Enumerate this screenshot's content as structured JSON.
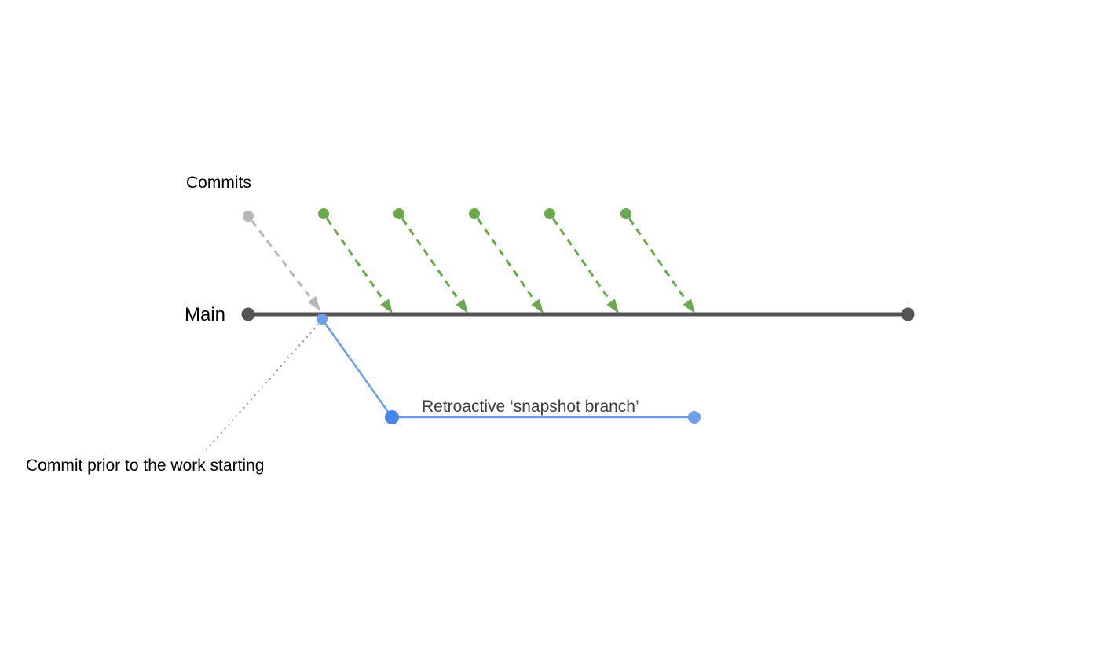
{
  "diagram": {
    "title": "Retroactive snapshot branch git diagram",
    "labels": {
      "commits": "Commits",
      "main": "Main",
      "snapshot_branch": "Retroactive ‘snapshot branch’",
      "annotation": "Commit prior to the work starting"
    },
    "colors": {
      "work_commit_green": "#6aa84f",
      "pre_work_gray": "#b7b7b7",
      "main_dark": "#555555",
      "branch_blue": "#6d9eeb",
      "branch_blue_strong": "#4a86e8",
      "pointer_dot_gray": "#999999",
      "label_text": "#000000",
      "branch_label_text": "#3d3d3d"
    },
    "structure": {
      "main_branch_name": "Main",
      "pre_work_commit_count": 1,
      "work_commit_count": 5,
      "snapshot_branch_commit_count": 2,
      "work_commits_merge_into": "Main",
      "snapshot_branch_forks_from": "Commit prior to the work starting"
    }
  }
}
